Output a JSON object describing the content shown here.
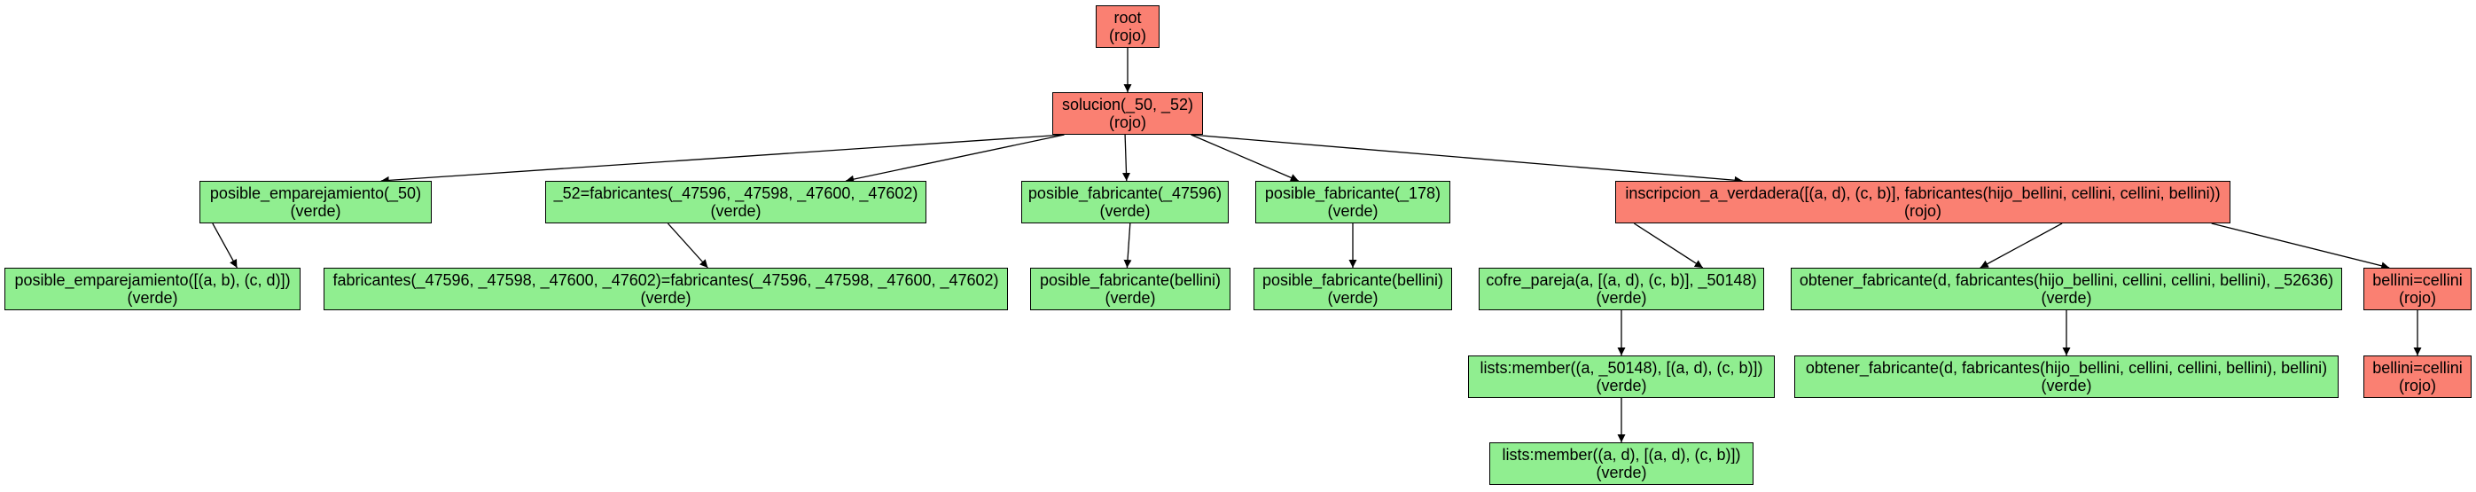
{
  "colors": {
    "rojo": "#fa8072",
    "verde": "#90ee90",
    "edge": "#000000"
  },
  "nodes": [
    {
      "id": "root",
      "label": "root",
      "state": "(rojo)",
      "color": "rojo"
    },
    {
      "id": "solucion",
      "label": "solucion(_50, _52)",
      "state": "(rojo)",
      "color": "rojo"
    },
    {
      "id": "posible-emparejamiento",
      "label": "posible_emparejamiento(_50)",
      "state": "(verde)",
      "color": "verde"
    },
    {
      "id": "posible-emparejamiento-list",
      "label": "posible_emparejamiento([(a, b), (c, d)])",
      "state": "(verde)",
      "color": "verde"
    },
    {
      "id": "fabricantes-unif",
      "label": "_52=fabricantes(_47596, _47598, _47600, _47602)",
      "state": "(verde)",
      "color": "verde"
    },
    {
      "id": "fabricantes-eq",
      "label": "fabricantes(_47596, _47598, _47600, _47602)=fabricantes(_47596, _47598, _47600, _47602)",
      "state": "(verde)",
      "color": "verde"
    },
    {
      "id": "posible-fabricante-47596",
      "label": "posible_fabricante(_47596)",
      "state": "(verde)",
      "color": "verde"
    },
    {
      "id": "posible-fabricante-bellini-1",
      "label": "posible_fabricante(bellini)",
      "state": "(verde)",
      "color": "verde"
    },
    {
      "id": "posible-fabricante-178",
      "label": "posible_fabricante(_178)",
      "state": "(verde)",
      "color": "verde"
    },
    {
      "id": "posible-fabricante-bellini-2",
      "label": "posible_fabricante(bellini)",
      "state": "(verde)",
      "color": "verde"
    },
    {
      "id": "inscripcion",
      "label": "inscripcion_a_verdadera([(a, d), (c, b)], fabricantes(hijo_bellini, cellini, cellini, bellini))",
      "state": "(rojo)",
      "color": "rojo"
    },
    {
      "id": "cofre-pareja",
      "label": "cofre_pareja(a, [(a, d), (c, b)], _50148)",
      "state": "(verde)",
      "color": "verde"
    },
    {
      "id": "member-1",
      "label": "lists:member((a, _50148), [(a, d), (c, b)])",
      "state": "(verde)",
      "color": "verde"
    },
    {
      "id": "member-2",
      "label": "lists:member((a, d), [(a, d), (c, b)])",
      "state": "(verde)",
      "color": "verde"
    },
    {
      "id": "obtener-fabricante",
      "label": "obtener_fabricante(d, fabricantes(hijo_bellini, cellini, cellini, bellini), _52636)",
      "state": "(verde)",
      "color": "verde"
    },
    {
      "id": "obtener-fabricante-bellini",
      "label": "obtener_fabricante(d, fabricantes(hijo_bellini, cellini, cellini, bellini), bellini)",
      "state": "(verde)",
      "color": "verde"
    },
    {
      "id": "bellini-cellini-1",
      "label": "bellini=cellini",
      "state": "(rojo)",
      "color": "rojo"
    },
    {
      "id": "bellini-cellini-2",
      "label": "bellini=cellini",
      "state": "(rojo)",
      "color": "rojo"
    }
  ],
  "edges": [
    [
      "root",
      "solucion"
    ],
    [
      "solucion",
      "posible-emparejamiento"
    ],
    [
      "solucion",
      "fabricantes-unif"
    ],
    [
      "solucion",
      "posible-fabricante-47596"
    ],
    [
      "solucion",
      "posible-fabricante-178"
    ],
    [
      "solucion",
      "inscripcion"
    ],
    [
      "posible-emparejamiento",
      "posible-emparejamiento-list"
    ],
    [
      "fabricantes-unif",
      "fabricantes-eq"
    ],
    [
      "posible-fabricante-47596",
      "posible-fabricante-bellini-1"
    ],
    [
      "posible-fabricante-178",
      "posible-fabricante-bellini-2"
    ],
    [
      "inscripcion",
      "cofre-pareja"
    ],
    [
      "inscripcion",
      "obtener-fabricante"
    ],
    [
      "inscripcion",
      "bellini-cellini-1"
    ],
    [
      "cofre-pareja",
      "member-1"
    ],
    [
      "member-1",
      "member-2"
    ],
    [
      "obtener-fabricante",
      "obtener-fabricante-bellini"
    ],
    [
      "bellini-cellini-1",
      "bellini-cellini-2"
    ]
  ]
}
